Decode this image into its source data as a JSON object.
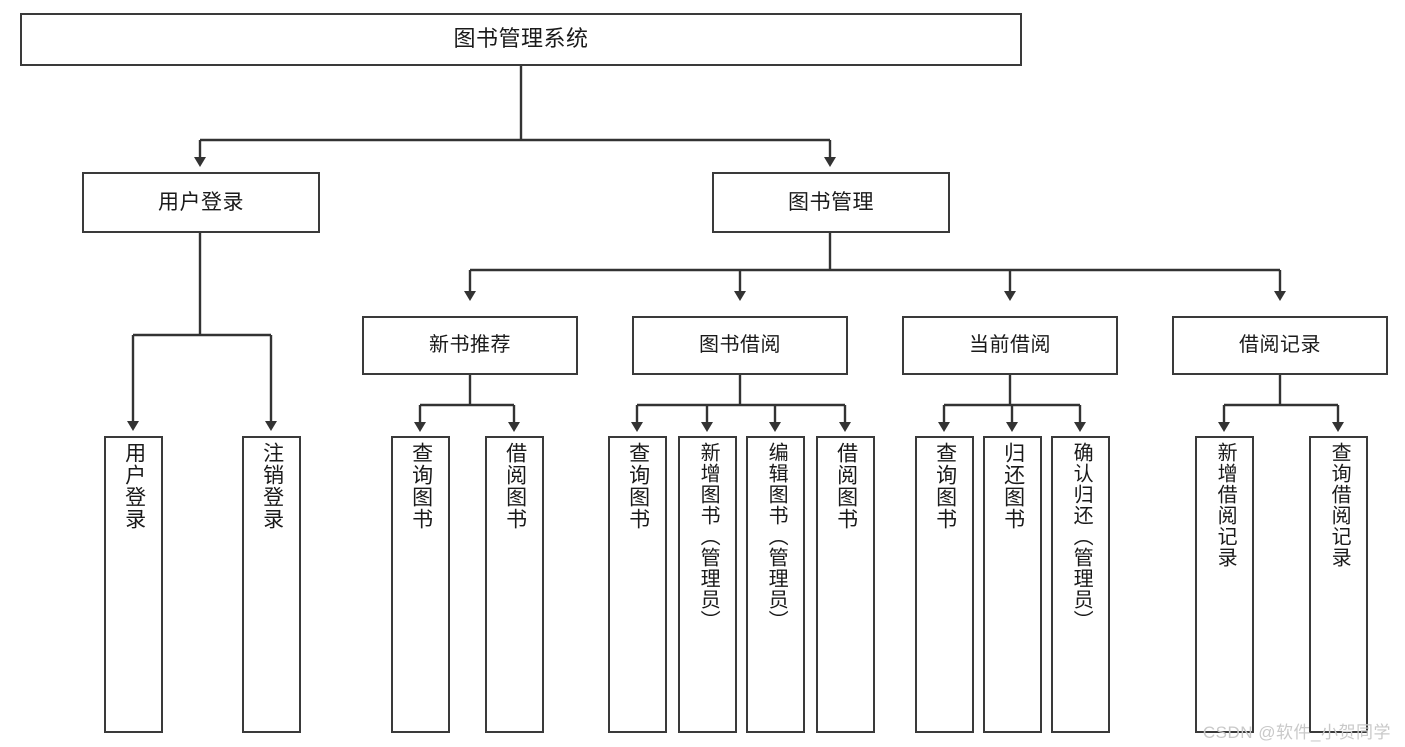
{
  "diagram": {
    "type": "hierarchy-tree",
    "title": "图书管理系统",
    "watermark": "CSDN @软件_小贺同学",
    "colors": {
      "box_border": "#3a3a3a",
      "box_fill": "#ffffff",
      "connector": "#333333",
      "text": "#1a1a1a",
      "watermark": "#c9c9c9",
      "background": "#ffffff"
    },
    "nodes": {
      "root": {
        "label": "图书管理系统"
      },
      "level2": [
        {
          "id": "user-login",
          "label": "用户登录"
        },
        {
          "id": "book-management",
          "label": "图书管理"
        }
      ],
      "level3": [
        {
          "id": "new-book-recommend",
          "label": "新书推荐"
        },
        {
          "id": "book-borrow",
          "label": "图书借阅"
        },
        {
          "id": "current-borrow",
          "label": "当前借阅"
        },
        {
          "id": "borrow-record",
          "label": "借阅记录"
        }
      ],
      "leaves": {
        "user_login": [
          {
            "id": "leaf-user-login",
            "label": "用户登录"
          },
          {
            "id": "leaf-logout-login",
            "label": "注销登录"
          }
        ],
        "new_book_recommend": [
          {
            "id": "leaf-query-book-1",
            "label": "查询图书"
          },
          {
            "id": "leaf-borrow-book-1",
            "label": "借阅图书"
          }
        ],
        "book_borrow": [
          {
            "id": "leaf-query-book-2",
            "label": "查询图书"
          },
          {
            "id": "leaf-add-book",
            "label": "新增图书（管理员）"
          },
          {
            "id": "leaf-edit-book",
            "label": "编辑图书（管理员）"
          },
          {
            "id": "leaf-borrow-book-2",
            "label": "借阅图书"
          }
        ],
        "current_borrow": [
          {
            "id": "leaf-query-book-3",
            "label": "查询图书"
          },
          {
            "id": "leaf-return-book",
            "label": "归还图书"
          },
          {
            "id": "leaf-confirm-return",
            "label": "确认归还（管理员）"
          }
        ],
        "borrow_record": [
          {
            "id": "leaf-add-record",
            "label": "新增借阅记录"
          },
          {
            "id": "leaf-query-record",
            "label": "查询借阅记录"
          }
        ]
      }
    }
  }
}
